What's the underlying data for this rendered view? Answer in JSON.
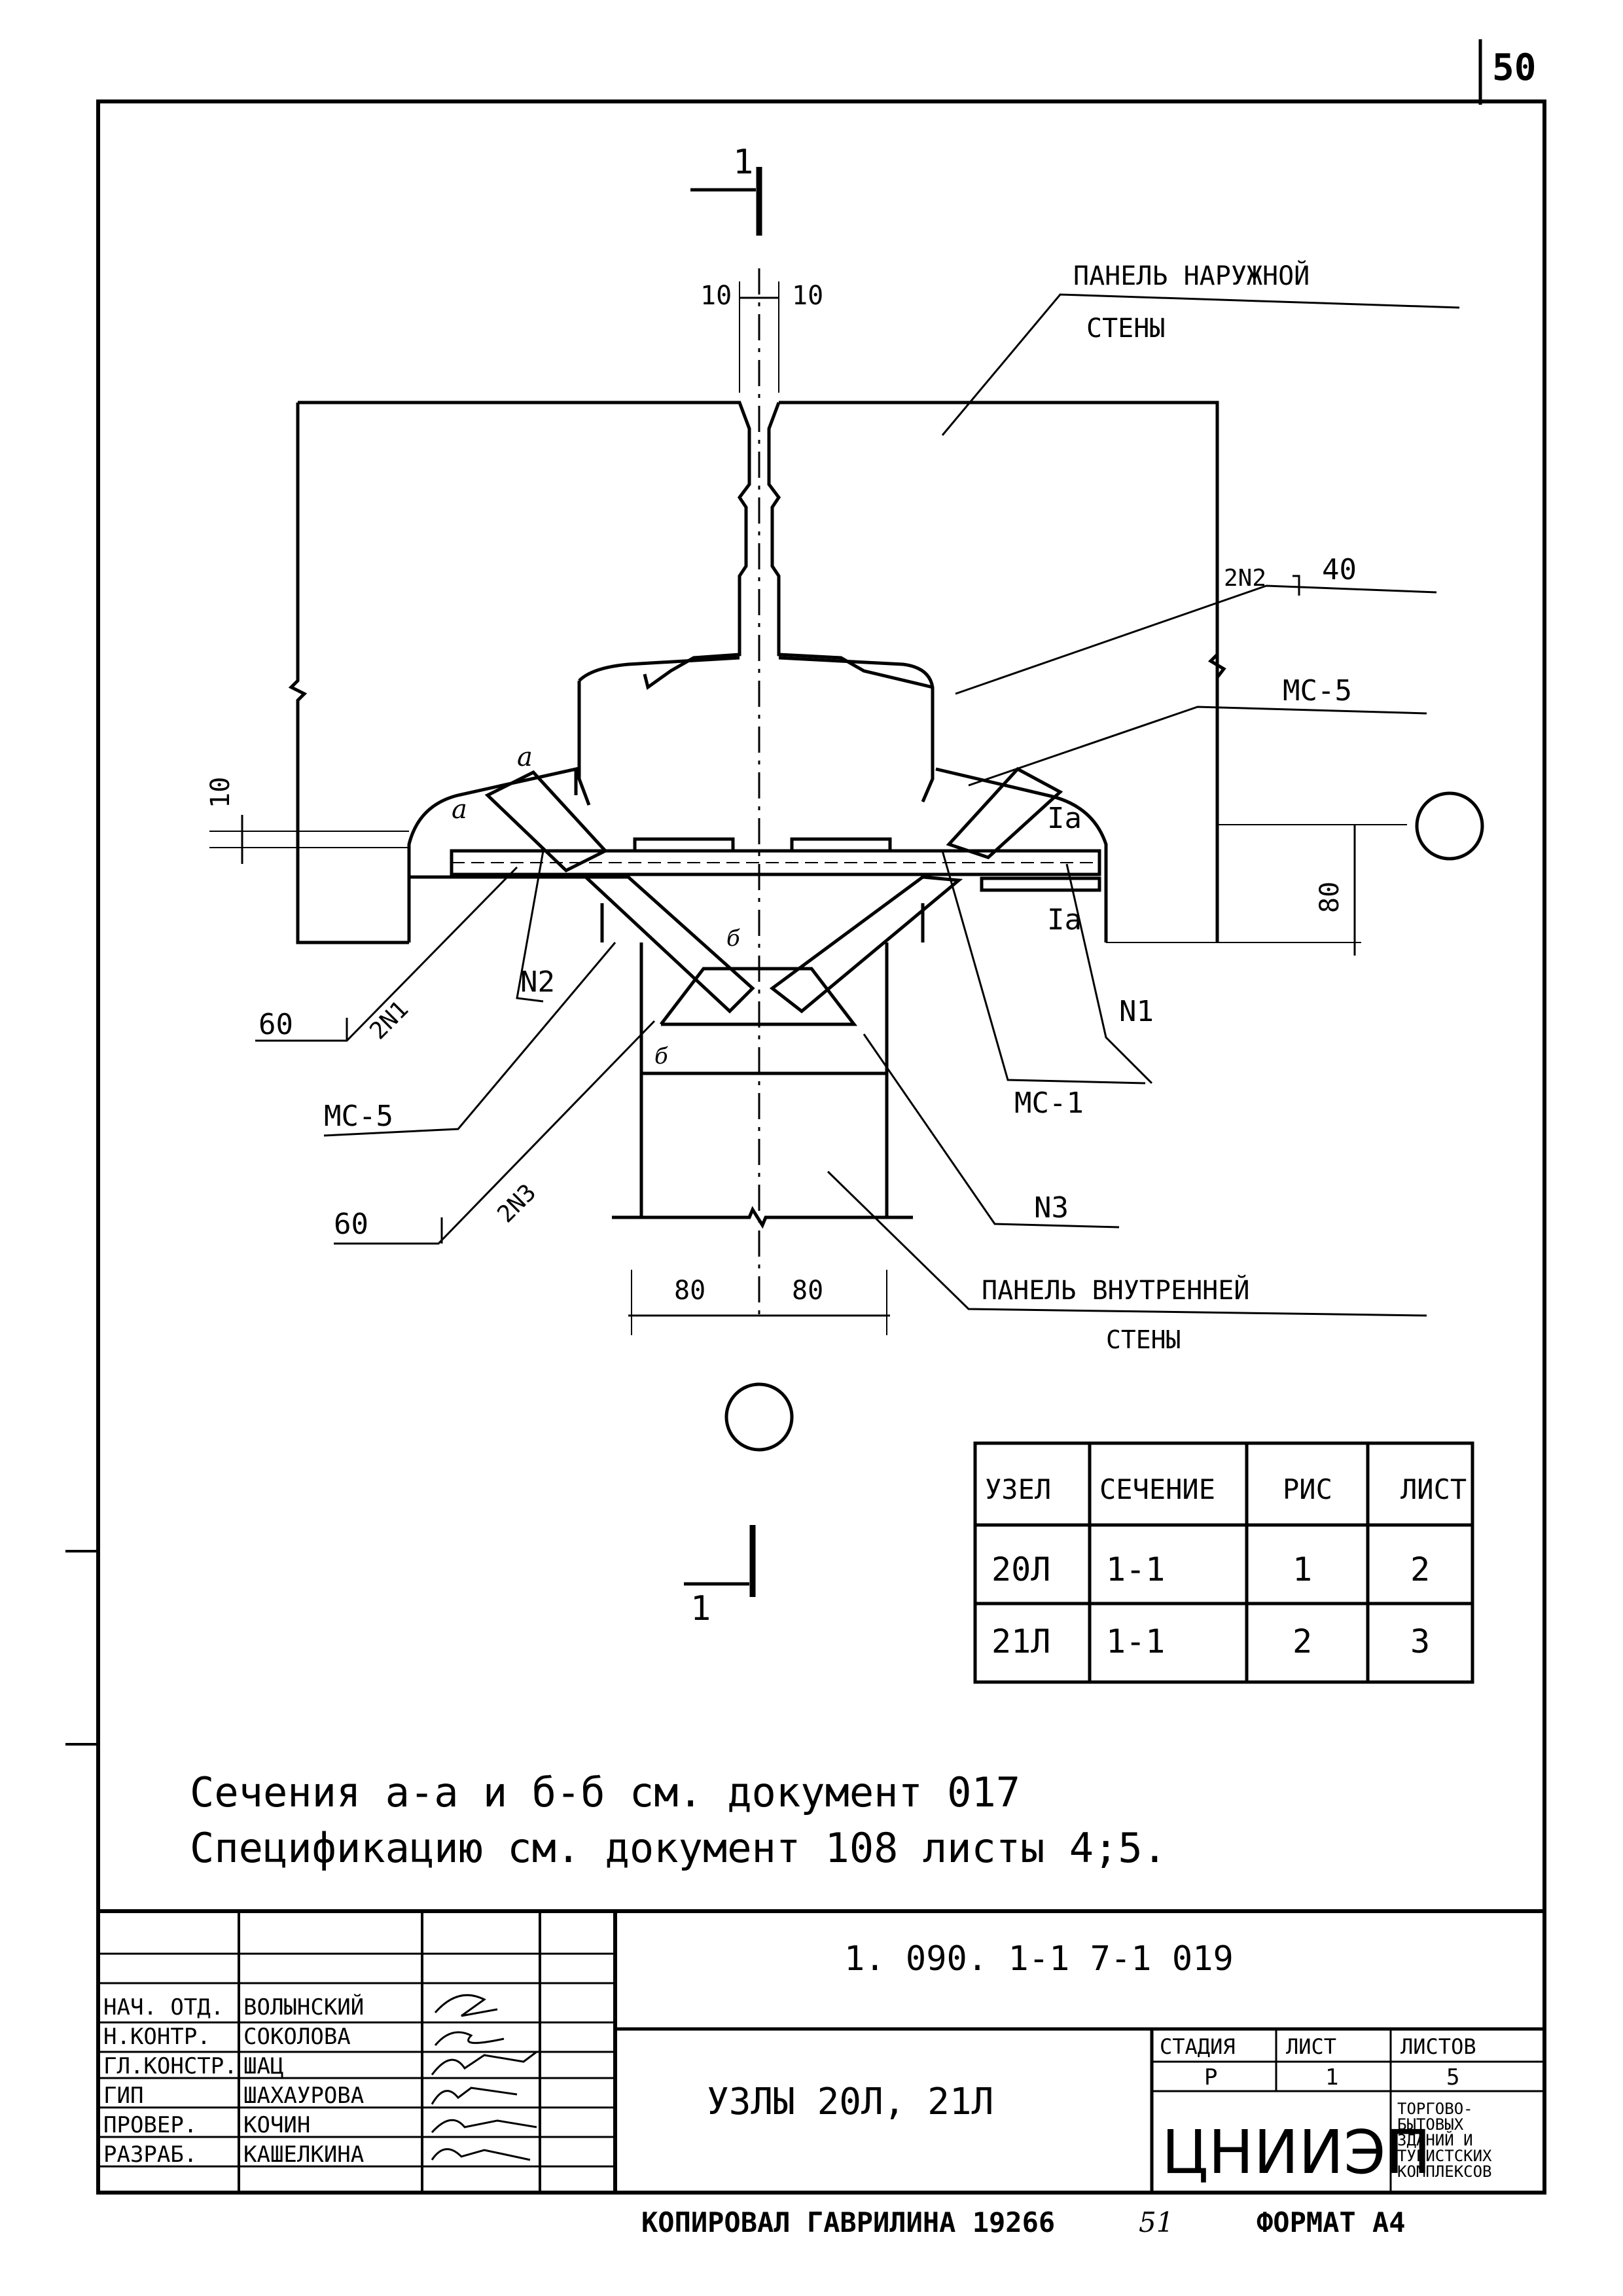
{
  "page_number": "50",
  "section_marker_top": "1",
  "section_marker_bottom": "1",
  "dims": {
    "top_left": "10",
    "top_right": "10",
    "gap_10": "10",
    "height_80": "80",
    "bottom_left": "80",
    "bottom_right": "80"
  },
  "labels": {
    "outer_panel_line1": "ПАНЕЛЬ НАРУЖНОЙ",
    "outer_panel_line2": "СТЕНЫ",
    "inner_panel_line1": "ПАНЕЛЬ ВНУТРЕННЕЙ",
    "inner_panel_line2": "СТЕНЫ",
    "weld_2n2": "2N2",
    "weld_2n2_size": "40",
    "mc5_right": "МС-5",
    "mc5_left": "МС-5",
    "mc1": "МС-1",
    "n1": "N1",
    "n2": "N2",
    "n3": "N3",
    "weld_2n1": "2N1",
    "weld_2n1_size": "60",
    "weld_2n3": "2N3",
    "weld_2n3_size": "60",
    "section_a": "а",
    "section_a2": "а",
    "section_1a": "Iа",
    "section_1a2": "Iа",
    "section_b": "б",
    "section_b2": "б"
  },
  "node_table": {
    "headers": [
      "УЗЕЛ",
      "СЕЧЕНИЕ",
      "РИС",
      "ЛИСТ"
    ],
    "rows": [
      [
        "20Л",
        "1-1",
        "1",
        "2"
      ],
      [
        "21Л",
        "1-1",
        "2",
        "3"
      ]
    ]
  },
  "notes": {
    "line1": "Сечения а-а и б-б см. документ 017",
    "line2": "Спецификацию см. документ 108 листы 4;5."
  },
  "title_block": {
    "document_code": "1. 090. 1-1 7-1 019",
    "drawing_title": "УЗЛЫ 20Л, 21Л",
    "stage_header": "СТАДИЯ",
    "sheet_header": "ЛИСТ",
    "sheets_header": "ЛИСТОВ",
    "stage": "Р",
    "sheet": "1",
    "sheets": "5",
    "org_logo": "ЦНИИЭП",
    "org_desc": [
      "ТОРГОВО-",
      "БЫТОВЫХ",
      "ЗДАНИЙ И",
      "ТУРИСТСКИХ",
      "КОМПЛЕКСОВ"
    ],
    "roles": [
      {
        "role": "НАЧ. ОТД.",
        "name": "ВОЛЫНСКИЙ"
      },
      {
        "role": "Н.КОНТР.",
        "name": "СОКОЛОВА"
      },
      {
        "role": "ГЛ.КОНСТР.",
        "name": "ШАЦ"
      },
      {
        "role": "ГИП",
        "name": "ШАХАУРОВА"
      },
      {
        "role": "ПРОВЕР.",
        "name": "КОЧИН"
      },
      {
        "role": "РАЗРАБ.",
        "name": "КАШЕЛКИНА"
      }
    ]
  },
  "footer": {
    "copied_by": "КОПИРОВАЛ ГАВРИЛИНА 19266",
    "number": "51",
    "format": "ФОРМАТ А4"
  }
}
